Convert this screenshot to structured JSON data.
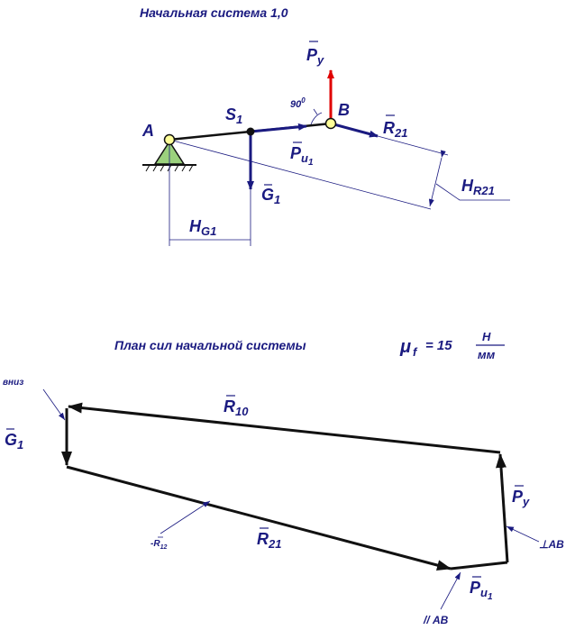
{
  "top": {
    "title": "Начальная система 1,0",
    "point_a": "A",
    "point_b": "B",
    "point_s": "S",
    "point_s_sub": "1",
    "force_py": "P",
    "force_py_sub": "y",
    "force_g": "G",
    "force_g_sub": "1",
    "force_pu": "P",
    "force_pu_sub": "u",
    "force_pu_subsub": "1",
    "force_r21": "R",
    "force_r21_sub": "21",
    "arm_hr": "H",
    "arm_hr_sub": "R21",
    "arm_hg": "H",
    "arm_hg_sub": "G1",
    "angle": "90",
    "angle_sup": "0"
  },
  "bottom": {
    "title": "План сил начальной системы",
    "mu_symbol": "μ",
    "mu_sub": "f",
    "mu_eq": "= 15",
    "mu_num": "Н",
    "mu_den": "мм",
    "note_down": "вниз",
    "g": "G",
    "g_sub": "1",
    "r10": "R",
    "r10_sub": "10",
    "r21": "R",
    "r21_sub": "21",
    "neg_r12": "-R",
    "neg_r12_sub": "12",
    "py": "P",
    "py_sub": "y",
    "pu": "P",
    "pu_sub": "u",
    "pu_subsub": "1",
    "perp_ab": "⊥АВ",
    "par_ab": "// АВ"
  },
  "colors": {
    "force": "#1a1a80",
    "py_arrow": "#e00000",
    "support": "#9bd17d",
    "joint": "#ffff99"
  }
}
